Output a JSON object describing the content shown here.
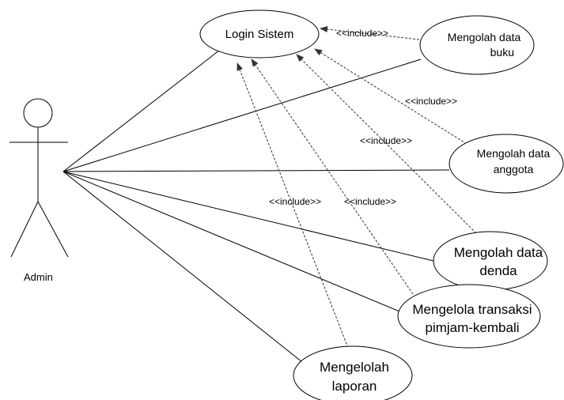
{
  "actor": {
    "label": "Admin"
  },
  "use_cases": {
    "login": {
      "lines": [
        "Login Sistem"
      ]
    },
    "buku": {
      "lines": [
        "Mengolah data",
        "buku"
      ]
    },
    "anggota": {
      "lines": [
        "Mengolah data",
        "anggota"
      ]
    },
    "denda": {
      "lines": [
        "Mengolah data",
        "denda"
      ]
    },
    "transaksi": {
      "lines": [
        "Mengelola transaksi",
        "pimjam-kembali"
      ]
    },
    "laporan": {
      "lines": [
        "Mengelolah",
        "laporan"
      ]
    }
  },
  "include_label": "<<include>>"
}
